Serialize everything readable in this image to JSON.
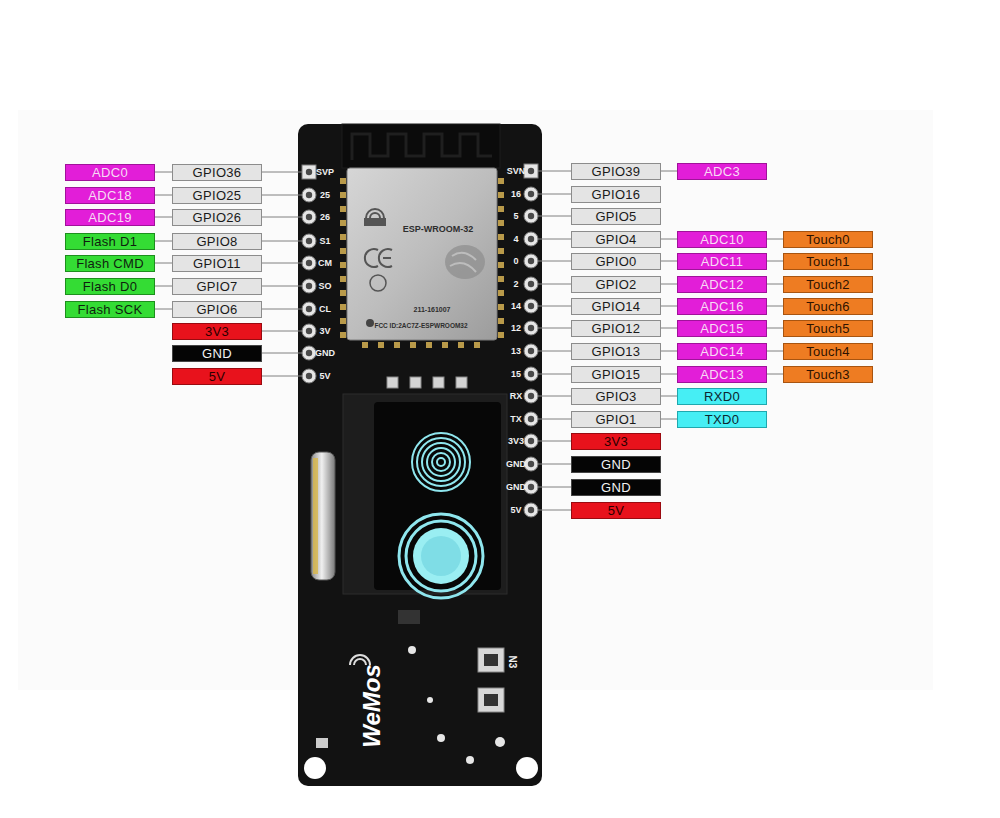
{
  "diagram": {
    "nodes": [
      {
        "text": [
          "ADC0"
        ]
      },
      {
        "text": [
          "GPIO36"
        ]
      },
      {
        "text": [
          "ADC18"
        ]
      },
      {
        "text": [
          "GPIO25"
        ]
      },
      {
        "text": [
          "ADC19"
        ]
      },
      {
        "text": [
          "GPIO26"
        ]
      },
      {
        "text": [
          "Flash D1"
        ]
      },
      {
        "text": [
          "GPIO8"
        ]
      },
      {
        "text": [
          "Flash CMD"
        ]
      },
      {
        "text": [
          "GPIO11"
        ]
      },
      {
        "text": [
          "Flash D0"
        ]
      },
      {
        "text": [
          "GPIO7"
        ]
      },
      {
        "text": [
          "Flash SCK"
        ]
      },
      {
        "text": [
          "GPIO6"
        ]
      },
      {
        "text": [
          "3V3"
        ]
      },
      {
        "text": [
          "GND"
        ]
      },
      {
        "text": [
          "5V"
        ]
      },
      {
        "text": [
          "GPIO39"
        ]
      },
      {
        "text": [
          "ADC3"
        ]
      },
      {
        "text": [
          "GPIO16"
        ]
      },
      {
        "text": [
          "GPIO5"
        ]
      },
      {
        "text": [
          "GPIO4"
        ]
      },
      {
        "text": [
          "ADC10"
        ]
      },
      {
        "text": [
          "Touch0"
        ]
      },
      {
        "text": [
          "GPIO0"
        ]
      },
      {
        "text": [
          "ADC11"
        ]
      },
      {
        "text": [
          "Touch1"
        ]
      },
      {
        "text": [
          "GPIO2"
        ]
      },
      {
        "text": [
          "ADC12"
        ]
      },
      {
        "text": [
          "Touch2"
        ]
      },
      {
        "text": [
          "GPIO14"
        ]
      },
      {
        "text": [
          "ADC16"
        ]
      },
      {
        "text": [
          "Touch6"
        ]
      },
      {
        "text": [
          "GPIO12"
        ]
      },
      {
        "text": [
          "ADC15"
        ]
      },
      {
        "text": [
          "Touch5"
        ]
      },
      {
        "text": [
          "GPIO13"
        ]
      },
      {
        "text": [
          "ADC14"
        ]
      },
      {
        "text": [
          "Touch4"
        ]
      },
      {
        "text": [
          "GPIO15"
        ]
      },
      {
        "text": [
          "ADC13"
        ]
      },
      {
        "text": [
          "Touch3"
        ]
      },
      {
        "text": [
          "GPIO3"
        ]
      },
      {
        "text": [
          "RXD0"
        ]
      },
      {
        "text": [
          "GPIO1"
        ]
      },
      {
        "text": [
          "TXD0"
        ]
      },
      {
        "text": [
          "3V3"
        ]
      },
      {
        "text": [
          "GND"
        ]
      },
      {
        "text": [
          "GND"
        ]
      },
      {
        "text": [
          "5V"
        ]
      }
    ],
    "edges": [
      {
        "from": 0,
        "to": 1,
        "arrow": "none"
      },
      {
        "from": 2,
        "to": 3,
        "arrow": "none"
      },
      {
        "from": 4,
        "to": 5,
        "arrow": "none"
      },
      {
        "from": 6,
        "to": 7,
        "arrow": "none"
      },
      {
        "from": 8,
        "to": 9,
        "arrow": "none"
      },
      {
        "from": 10,
        "to": 11,
        "arrow": "none"
      },
      {
        "from": 12,
        "to": 13,
        "arrow": "none"
      },
      {
        "from": 17,
        "to": 18,
        "arrow": "none"
      },
      {
        "from": 21,
        "to": 22,
        "arrow": "none"
      },
      {
        "from": 22,
        "to": 23,
        "arrow": "none"
      },
      {
        "from": 24,
        "to": 25,
        "arrow": "none"
      },
      {
        "from": 25,
        "to": 26,
        "arrow": "none"
      },
      {
        "from": 27,
        "to": 28,
        "arrow": "none"
      },
      {
        "from": 28,
        "to": 29,
        "arrow": "none"
      },
      {
        "from": 30,
        "to": 31,
        "arrow": "none"
      },
      {
        "from": 31,
        "to": 32,
        "arrow": "none"
      },
      {
        "from": 33,
        "to": 34,
        "arrow": "none"
      },
      {
        "from": 34,
        "to": 35,
        "arrow": "none"
      },
      {
        "from": 36,
        "to": 37,
        "arrow": "none"
      },
      {
        "from": 37,
        "to": 38,
        "arrow": "none"
      },
      {
        "from": 39,
        "to": 40,
        "arrow": "none"
      },
      {
        "from": 40,
        "to": 41,
        "arrow": "none"
      },
      {
        "from": 42,
        "to": 43,
        "arrow": "none"
      },
      {
        "from": 44,
        "to": 45,
        "arrow": "none"
      }
    ],
    "labels": [
      "SVP",
      "25",
      "26",
      "S1",
      "CM",
      "SO",
      "CL",
      "3V",
      "GND",
      "5V",
      "SVN",
      "16",
      "5",
      "4",
      "0",
      "2",
      "14",
      "12",
      "13",
      "15",
      "RX",
      "TX",
      "3V3",
      "GND",
      "GND",
      "5V",
      "ESP-WROOM-32",
      "211-161007",
      "FCC ID:2AC7Z-ESPWROOM32",
      "WeMos",
      "N3"
    ]
  }
}
